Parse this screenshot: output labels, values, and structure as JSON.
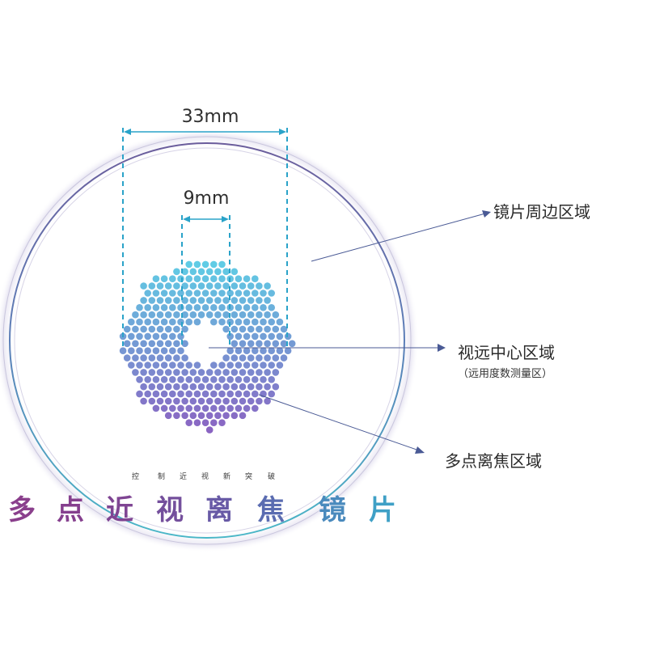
{
  "dimensions": {
    "outer": "33mm",
    "inner": "9mm"
  },
  "callouts": {
    "periphery": "镜片周边区域",
    "center": "视远中心区域",
    "center_sub": "（远用度数测量区）",
    "defocus": "多点离焦区域"
  },
  "tagline": [
    "控",
    "制",
    "近",
    "视",
    "新",
    "突",
    "破"
  ],
  "title": [
    "多",
    "点",
    "近",
    "视",
    "离",
    "焦",
    "镜",
    "片"
  ],
  "colors": {
    "dashed_guides": "#2aa3c9",
    "pointer_lines": "#4a5a95",
    "title_gradient": [
      "#8a3f8c",
      "#4aa0c8"
    ],
    "dot_gradient": [
      "#5ed0e6",
      "#8b6cc4"
    ]
  }
}
